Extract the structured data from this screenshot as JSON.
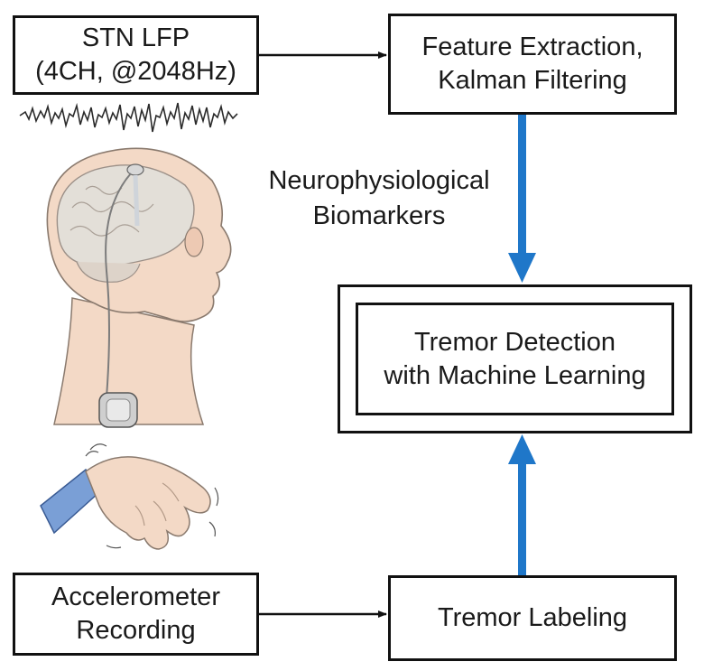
{
  "nodes": {
    "lfp": "STN LFP\n(4CH, @2048Hz)",
    "features": "Feature Extraction,\nKalman Filtering",
    "detection": "Tremor Detection\nwith Machine Learning",
    "accelerometer": "Accelerometer\nRecording",
    "labeling": "Tremor Labeling"
  },
  "edge_label": "Neurophysiological\nBiomarkers",
  "colors": {
    "blue_arrow": "#1f77c9",
    "black_arrow": "#111111",
    "skin": "#f3d9c6",
    "brain": "#e3dfd8",
    "sleeve": "#7a9fd6"
  },
  "icons": {
    "signal": "lfp-waveform-icon",
    "head": "head-with-brain-implant-icon",
    "hand": "tremoring-hand-icon"
  }
}
